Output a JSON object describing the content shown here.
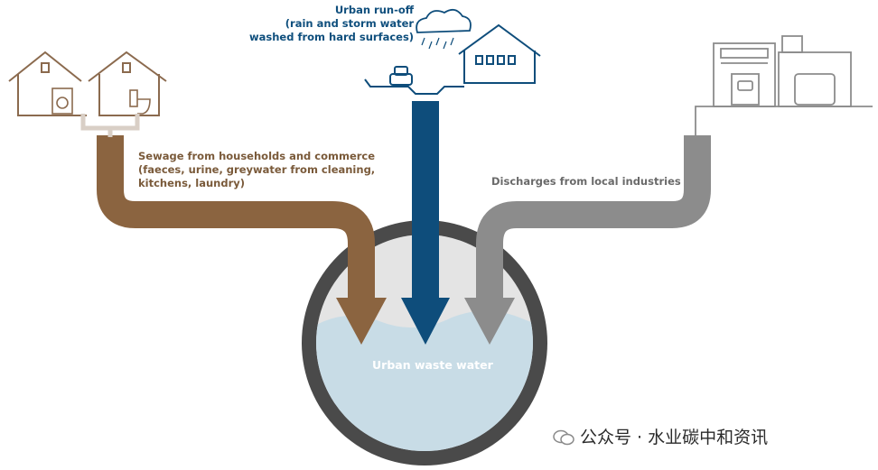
{
  "labels": {
    "runoff": [
      "Urban run-off",
      "(rain and storm water",
      "washed from hard surfaces)"
    ],
    "sewage": [
      "Sewage from households and commerce",
      "(faeces, urine, greywater from cleaning,",
      "kitchens, laundry)"
    ],
    "industry": "Discharges from local industries",
    "tank": "Urban waste water"
  },
  "watermark": "公众号 · 水业碳中和资讯",
  "colors": {
    "sewage": "#8b6440",
    "runoff": "#0e4d7b",
    "industry": "#8c8c8c",
    "tank_ring": "#4a4a4a",
    "water": "#c8dce6",
    "air": "#e4e4e4",
    "outline": "#8b6a4e"
  },
  "icons": [
    "house-icon",
    "washing-machine-icon",
    "toilet-icon",
    "cloud-rain-icon",
    "car-icon",
    "factory-icon"
  ]
}
